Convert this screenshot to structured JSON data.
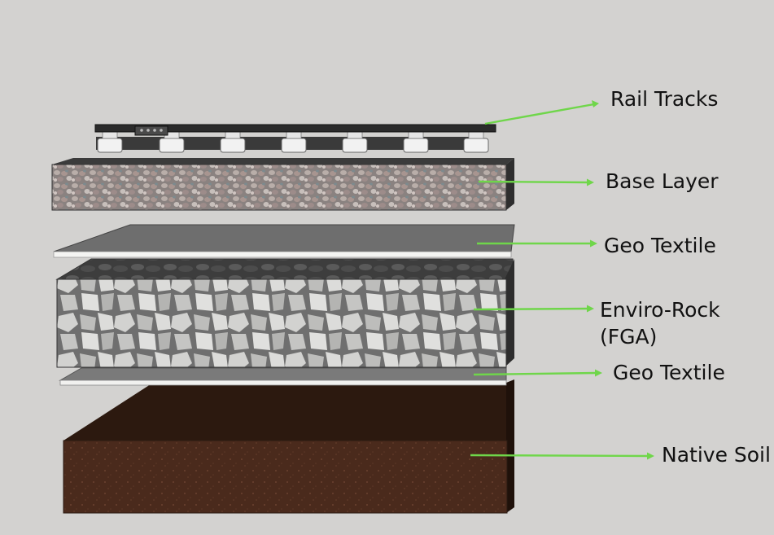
{
  "layers": [
    {
      "id": "rail",
      "label": "Rail Tracks"
    },
    {
      "id": "base",
      "label": "Base Layer"
    },
    {
      "id": "geo1",
      "label": "Geo Textile"
    },
    {
      "id": "enviro",
      "label_lines": [
        "Enviro-Rock",
        "(FGA)"
      ]
    },
    {
      "id": "geo2",
      "label": "Geo Textile"
    },
    {
      "id": "soil",
      "label": "Native Soil"
    }
  ],
  "colors": {
    "background": "#d3d2d0",
    "arrow": "#6fd64a",
    "soil": "#4a2a1c",
    "rail": "#2e2e2e",
    "geotextile": "#6e6e6e"
  }
}
